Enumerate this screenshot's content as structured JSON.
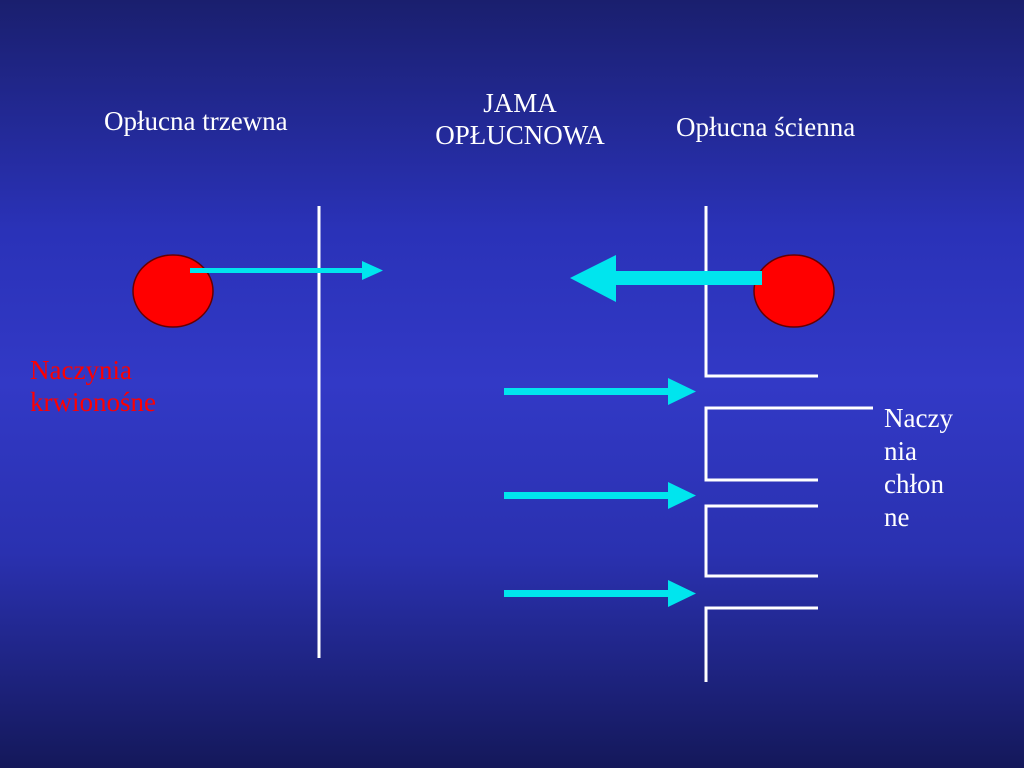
{
  "labels": {
    "visceral_pleura": "Opłucna trzewna",
    "pleural_cavity": [
      "JAMA",
      "OPŁUCNOWA"
    ],
    "parietal_pleura": "Opłucna ścienna",
    "blood_vessels": [
      "Naczynia",
      "krwionośne"
    ],
    "lymph_vessels": [
      "Naczy",
      "nia",
      "chłon",
      "ne"
    ]
  },
  "colors": {
    "background_top": "#1a1f6e",
    "background_mid": "#3239c6",
    "vessel_fill": "#ff0000",
    "arrow": "#00e5ee",
    "membrane": "#ffffff",
    "blood_label": "#ff0000"
  }
}
